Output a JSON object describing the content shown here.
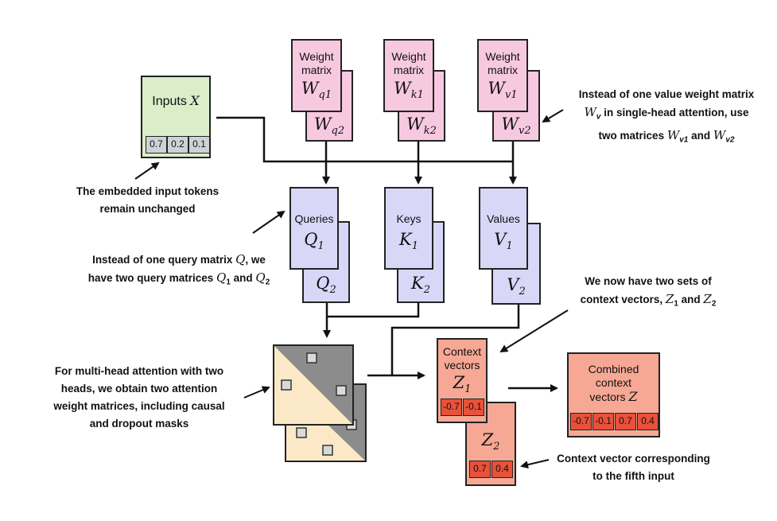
{
  "inputs": {
    "label": "Inputs",
    "symbol": "X",
    "values": [
      "0.7",
      "0.2",
      "0.1"
    ]
  },
  "weights": [
    {
      "label_line1": "Weight",
      "label_line2": "matrix",
      "front_base": "W",
      "front_sub": "q1",
      "back_base": "W",
      "back_sub": "q2"
    },
    {
      "label_line1": "Weight",
      "label_line2": "matrix",
      "front_base": "W",
      "front_sub": "k1",
      "back_base": "W",
      "back_sub": "k2"
    },
    {
      "label_line1": "Weight",
      "label_line2": "matrix",
      "front_base": "W",
      "front_sub": "v1",
      "back_base": "W",
      "back_sub": "v2"
    }
  ],
  "qkv": [
    {
      "label": "Queries",
      "front_base": "Q",
      "front_sub": "1",
      "back_base": "Q",
      "back_sub": "2"
    },
    {
      "label": "Keys",
      "front_base": "K",
      "front_sub": "1",
      "back_base": "K",
      "back_sub": "2"
    },
    {
      "label": "Values",
      "front_base": "V",
      "front_sub": "1",
      "back_base": "V",
      "back_sub": "2"
    }
  ],
  "context": {
    "label_line1": "Context",
    "label_line2": "vectors",
    "front_base": "Z",
    "front_sub": "1",
    "front_values": [
      "-0.7",
      "-0.1"
    ],
    "back_base": "Z",
    "back_sub": "2",
    "back_values": [
      "0.7",
      "0.4"
    ]
  },
  "combined": {
    "label_line1": "Combined",
    "label_line2": "context",
    "label_line3": "vectors",
    "symbol": "Z",
    "values": [
      "-0.7",
      "-0.1",
      "0.7",
      "0.4"
    ]
  },
  "annotations": {
    "embedded_1": "The embedded input tokens",
    "embedded_2": "remain unchanged",
    "value_1": "Instead of one value weight matrix",
    "value_2_sym": "W",
    "value_2_sub": "v",
    "value_2_text": " in single-head attention, use",
    "value_3_text": "two matrices ",
    "value_3_a": "W",
    "value_3_a_sub": "v1",
    "value_3_and": " and ",
    "value_3_b": "W",
    "value_3_b_sub": "v2",
    "query_1_text": "Instead of one query matrix ",
    "query_1_sym": "Q",
    "query_1_end": ", we",
    "query_2_text": "have two query matrices ",
    "query_2_a": "Q",
    "query_2_a_sub": "1",
    "query_2_and": " and ",
    "query_2_b": "Q",
    "query_2_b_sub": "2",
    "sets_1": "We now have two sets of",
    "sets_2_text": "context vectors, ",
    "sets_2_a": "Z",
    "sets_2_a_sub": "1",
    "sets_2_and": " and ",
    "sets_2_b": "Z",
    "sets_2_b_sub": "2",
    "multi_1": "For multi-head attention with two",
    "multi_2": "heads, we obtain two attention",
    "multi_3": "weight matrices, including causal",
    "multi_4": "and dropout masks",
    "fifth_1": "Context vector corresponding",
    "fifth_2": "to the fifth input"
  },
  "colors": {
    "weight": "#f7c9e0",
    "qkv": "#d9d7f8",
    "inputs": "#d9eec9",
    "context": "#f6a895",
    "cell_red": "#e8513a",
    "attn_light": "#fbe8c7",
    "attn_dark": "#8c8c8c"
  }
}
